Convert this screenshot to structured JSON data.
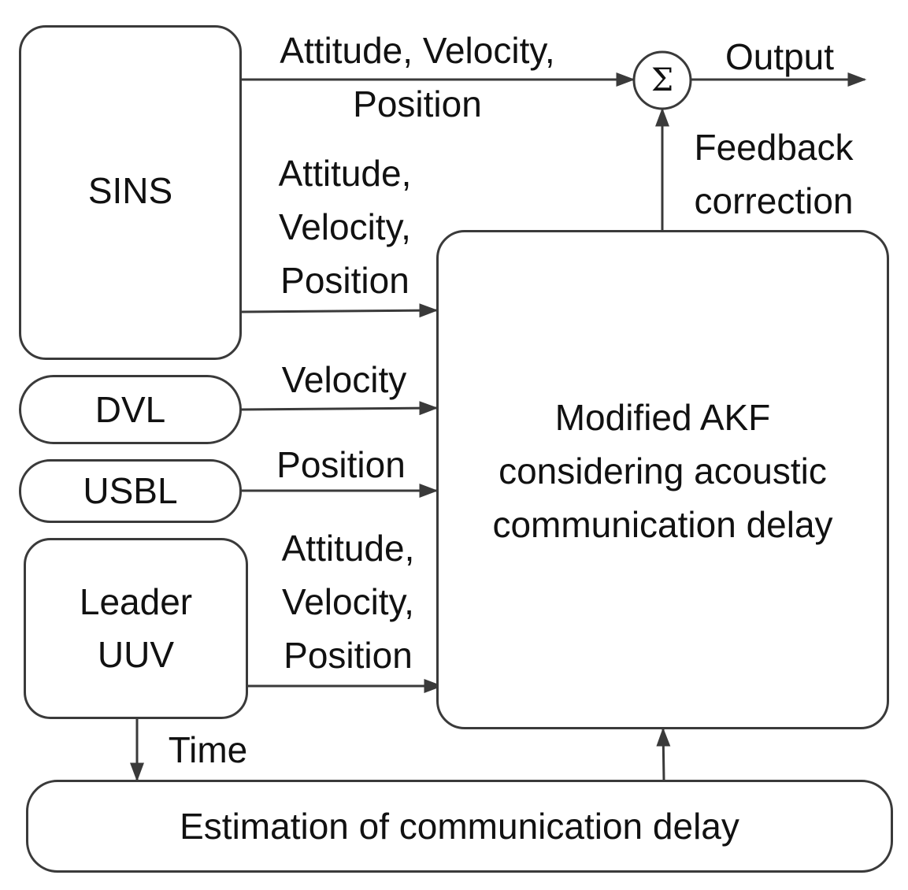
{
  "blocks": {
    "sins": "SINS",
    "dvl": "DVL",
    "usbl": "USBL",
    "leader_line1": "Leader",
    "leader_line2": "UUV",
    "akf_line1": "Modified AKF",
    "akf_line2": "considering acoustic",
    "akf_line3": "communication delay",
    "estimation": "Estimation of communication delay",
    "sum_symbol": "Σ"
  },
  "edges": {
    "sins_top_line1": "Attitude, Velocity,",
    "sins_top_line2": "Position",
    "sins_akf_line1": "Attitude,",
    "sins_akf_line2": "Velocity,",
    "sins_akf_line3": "Position",
    "dvl_akf": "Velocity",
    "usbl_akf": "Position",
    "leader_akf_line1": "Attitude,",
    "leader_akf_line2": "Velocity,",
    "leader_akf_line3": "Position",
    "time": "Time",
    "feedback_line1": "Feedback",
    "feedback_line2": "correction",
    "output": "Output"
  },
  "colors": {
    "stroke": "#3a3a3a",
    "text": "#111111",
    "background": "#ffffff"
  }
}
